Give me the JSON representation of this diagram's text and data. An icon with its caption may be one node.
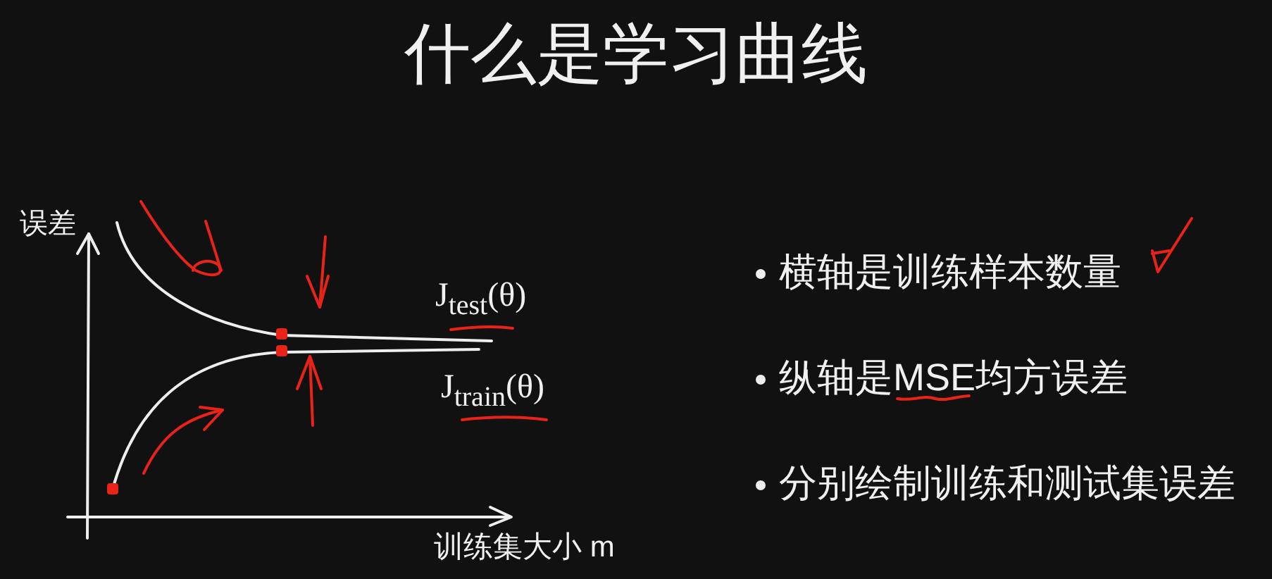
{
  "diagram": {
    "title": "什么是学习曲线",
    "labels": [
      "误差",
      "J$_{test}$(θ)",
      "J$_{train}$(θ)",
      "训练集大小 m",
      "横轴是训练样本数量",
      "纵轴是MSE均方误差",
      "分别绘制训练和测试集误差"
    ]
  }
}
